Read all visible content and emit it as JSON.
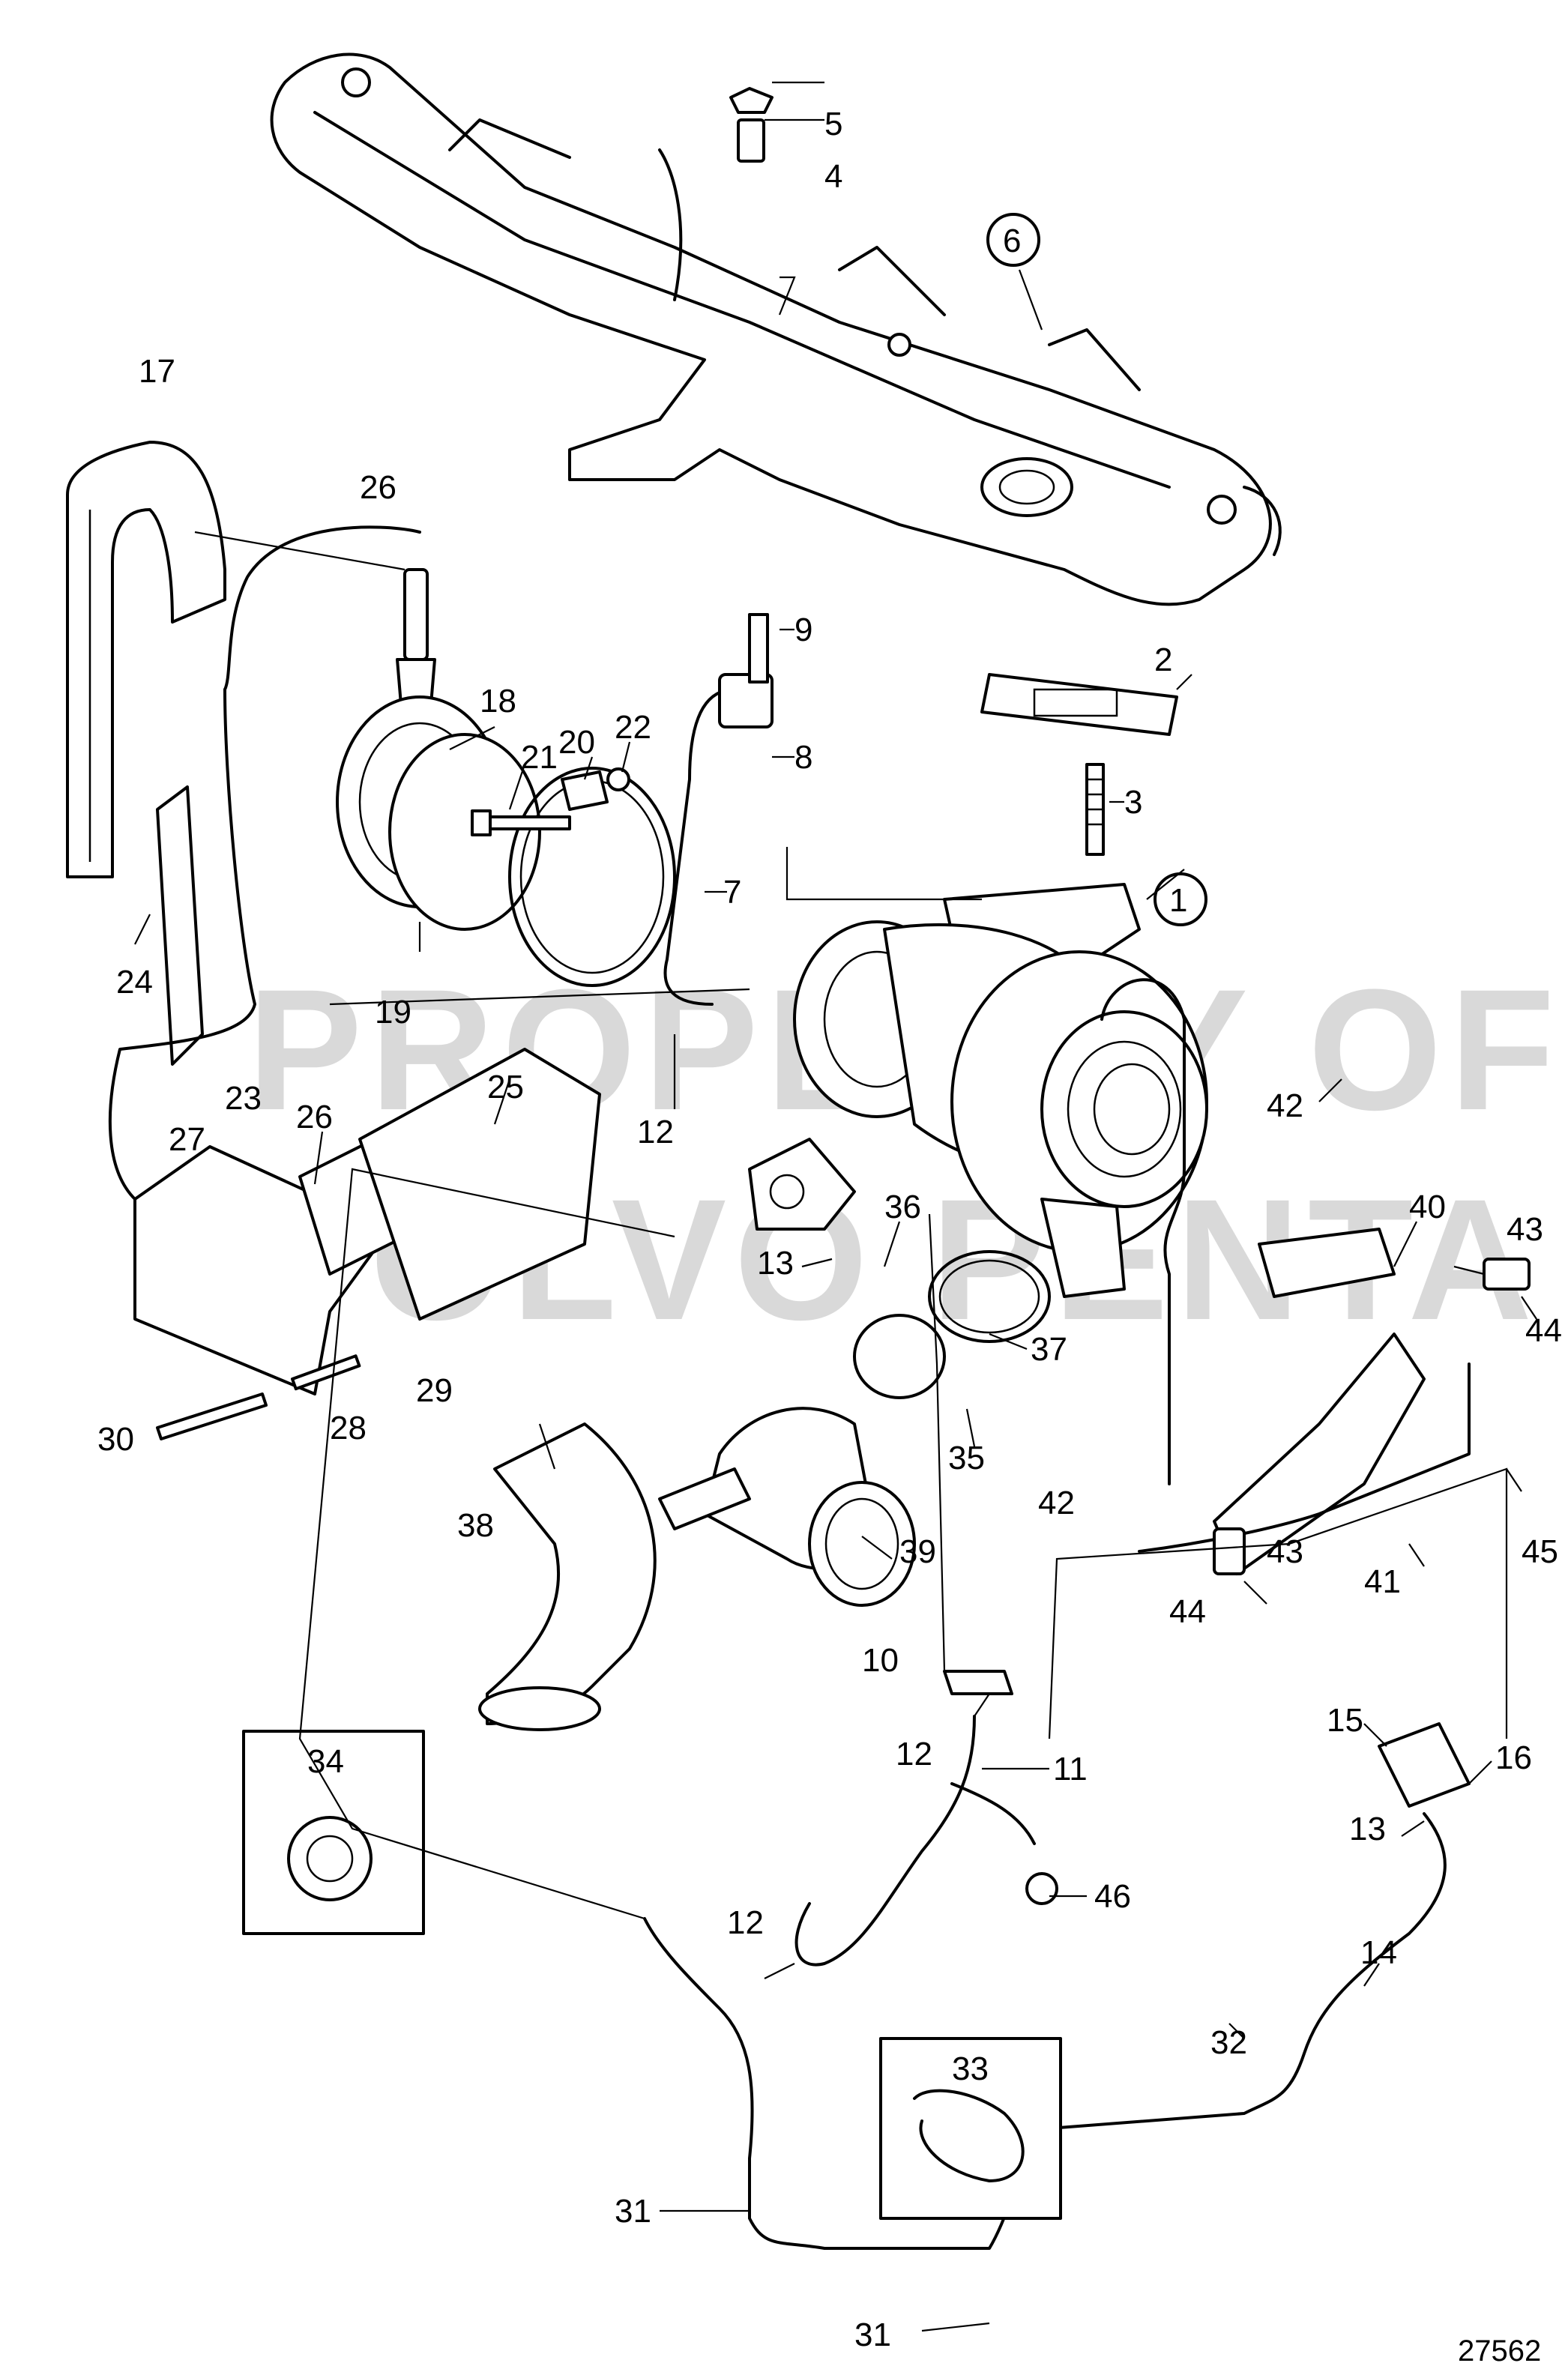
{
  "watermark": {
    "line1": "PROPERTY OF",
    "line2": "VOLVO PENTA"
  },
  "illustration_number": "27562",
  "callouts": {
    "c1": "1",
    "c2": "2",
    "c3": "3",
    "c4": "4",
    "c5": "5",
    "c6": "6",
    "c7": "7",
    "c8": "8",
    "c9": "9",
    "c10": "10",
    "c11": "11",
    "c12a": "12",
    "c12b": "12",
    "c12c": "12",
    "c13a": "13",
    "c13b": "13",
    "c14": "14",
    "c15": "15",
    "c16": "16",
    "c17": "17",
    "c18": "18",
    "c19": "19",
    "c20": "20",
    "c21": "21",
    "c22": "22",
    "c23": "23",
    "c24": "24",
    "c25": "25",
    "c26a": "26",
    "c26b": "26",
    "c27": "27",
    "c28": "28",
    "c29": "29",
    "c30": "30",
    "c31a": "31",
    "c31b": "31",
    "c32": "32",
    "c33": "33",
    "c34": "34",
    "c35": "35",
    "c36": "36",
    "c37": "37",
    "c38": "38",
    "c39": "39",
    "c40": "40",
    "c41": "41",
    "c42a": "42",
    "c42b": "42",
    "c43a": "43",
    "c43b": "43",
    "c44a": "44",
    "c44b": "44",
    "c45": "45",
    "c46": "46"
  }
}
